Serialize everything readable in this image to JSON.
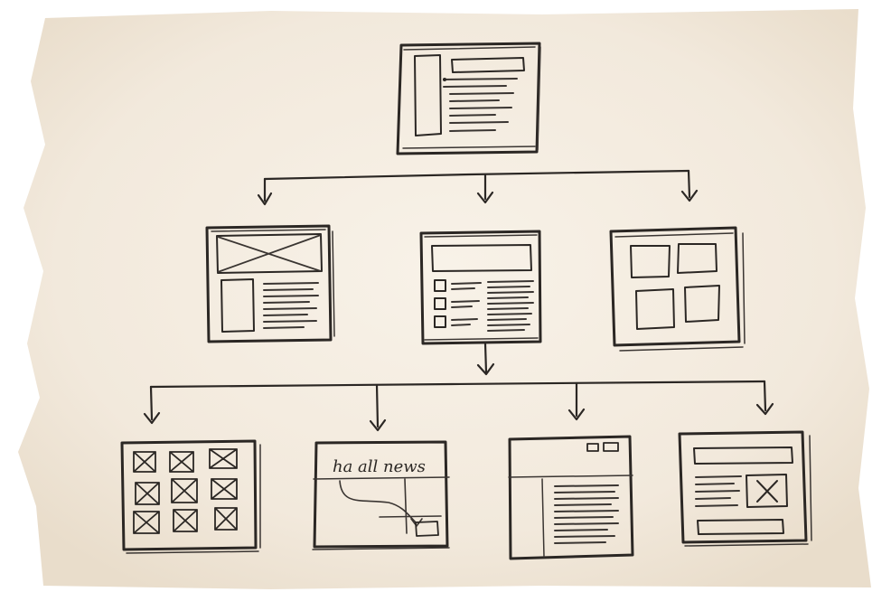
{
  "colors": {
    "paper": "#f3ebdf",
    "paper_edge": "#e8dccb",
    "background": "#ffffff",
    "ink": "#2b2724"
  },
  "sketch": {
    "scribble_text": "ha all news"
  },
  "tree": {
    "root": "page-sidebar-list",
    "level2": [
      "page-image-header",
      "page-list",
      "page-grid"
    ],
    "level3": [
      "page-gallery",
      "page-flow",
      "page-article",
      "page-form-image"
    ]
  }
}
